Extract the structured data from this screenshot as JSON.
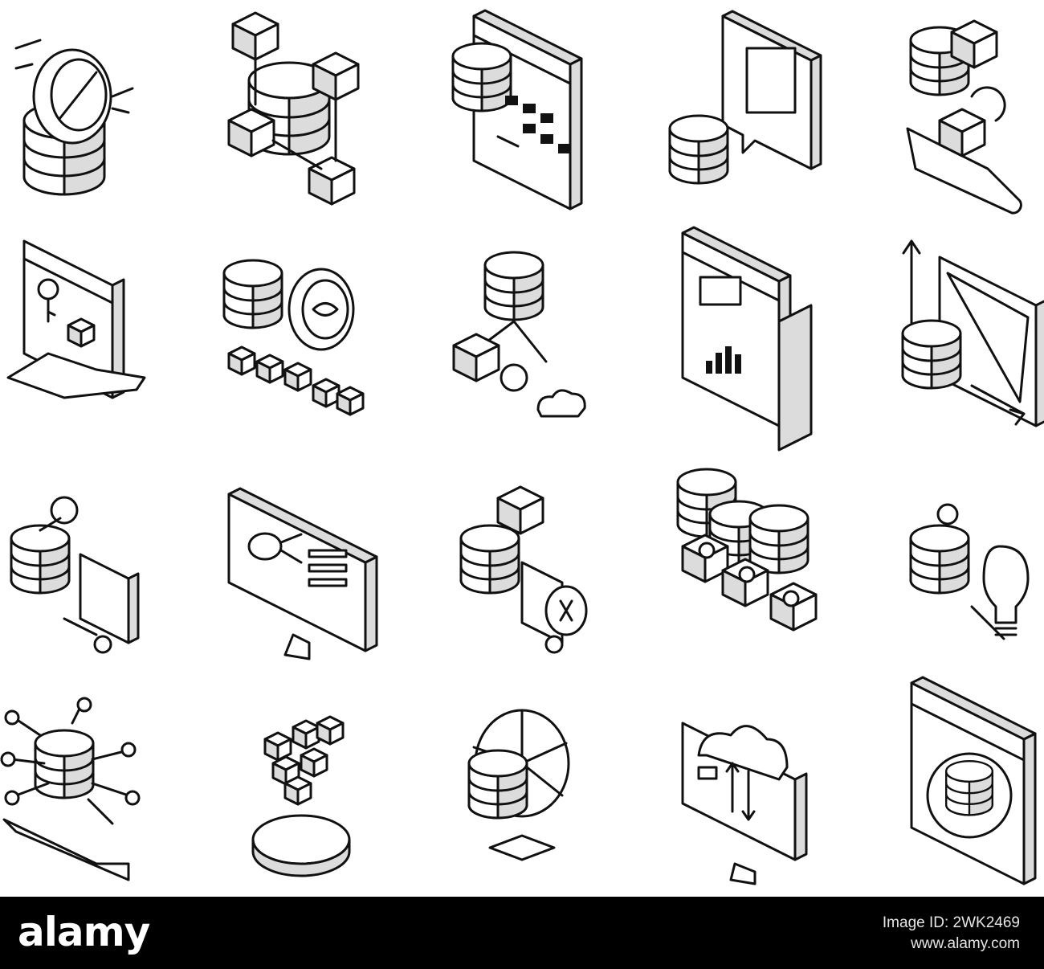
{
  "footer": {
    "brand": "alamy",
    "image_id_label": "Image ID: 2WK2469",
    "site": "www.alamy.com"
  },
  "colors": {
    "background": "#ffffff",
    "ink": "#111111",
    "footer": "#000000",
    "footer_text": "#ffffff"
  },
  "icons": [
    "database-shield-icon",
    "database-network-icon",
    "database-calendar-icon",
    "database-monitor-chat-icon",
    "database-sync-icon",
    "database-key-hand-icon",
    "database-eye-search-icon",
    "database-cloud-tree-icon",
    "database-dashboard-icon",
    "database-growth-chart-icon",
    "database-document-link-icon",
    "monitor-mindmap-icon",
    "database-hourglass-icon",
    "database-team-icon",
    "database-idea-icon",
    "database-hub-icon",
    "data-cubes-platform-icon",
    "database-pie-chart-icon",
    "cloud-transfer-monitor-icon",
    "database-settings-window-icon"
  ]
}
